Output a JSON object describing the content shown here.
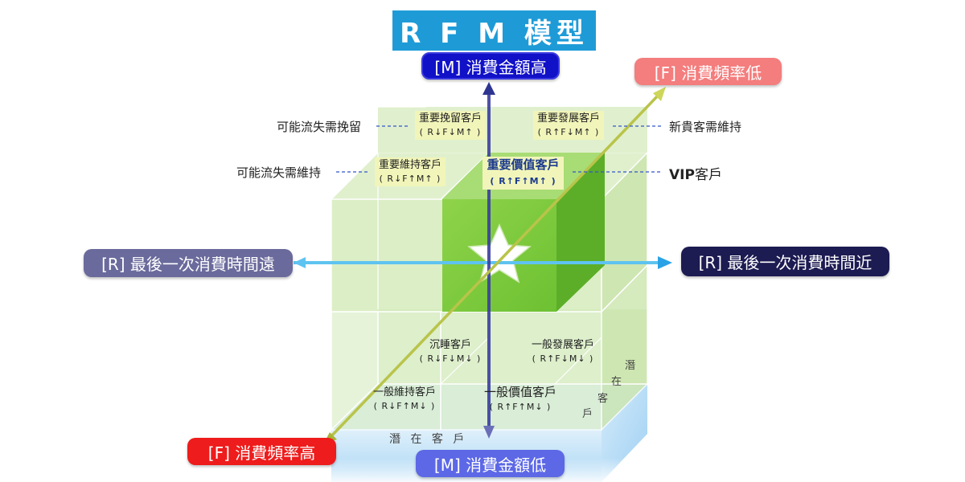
{
  "title": "R F M 模型",
  "axes": {
    "m_high": "[M] 消費金額高",
    "m_low": "[M] 消費金額低",
    "f_low": "[F] 消費頻率低",
    "f_high": "[F] 消費頻率高",
    "r_far": "[R] 最後一次消費時間遠",
    "r_near": "[R] 最後一次消費時間近"
  },
  "cells": {
    "important_retain": {
      "name": "重要挽留客戶",
      "code": "( R↓F↓M↑ )"
    },
    "important_develop": {
      "name": "重要發展客戶",
      "code": "( R↑F↓M↑ )"
    },
    "important_maintain": {
      "name": "重要維持客戶",
      "code": "( R↓F↑M↑ )"
    },
    "important_value": {
      "name": "重要價值客戶",
      "code": "( R↑F↑M↑ )"
    },
    "dormant": {
      "name": "沉睡客戶",
      "code": "( R↓F↓M↓ )"
    },
    "general_develop": {
      "name": "一般發展客戶",
      "code": "( R↑F↓M↓ )"
    },
    "general_maintain": {
      "name": "一般維持客戶",
      "code": "( R↓F↑M↓ )"
    },
    "general_value": {
      "name": "一般價值客戶",
      "code": "( R↑F↑M↓ )"
    }
  },
  "side_notes": {
    "may_lose_retain": "可能流失需挽留",
    "may_lose_maintain": "可能流失需維持",
    "new_valuable": "新貴客需維持",
    "vip_bold": "VIP",
    "vip_rest": "客戶"
  },
  "potential": {
    "bottom": "潛 在 客 戶",
    "side_chars": [
      "潛",
      "在",
      "客",
      "戶"
    ]
  },
  "colors": {
    "title_bg": "#1e9bd7",
    "m_high_bg": "#1111c8",
    "m_low_bg": "#5c68e6",
    "f_low_bg": "#f47d7d",
    "f_high_bg": "#ee1c1c",
    "r_far_bg": "#6a6a9c",
    "r_near_bg": "#1c1b52",
    "cube_green": "#7ccd3a",
    "light_green": "#d8ebc2",
    "potential_blue": "#bfe1f7"
  }
}
